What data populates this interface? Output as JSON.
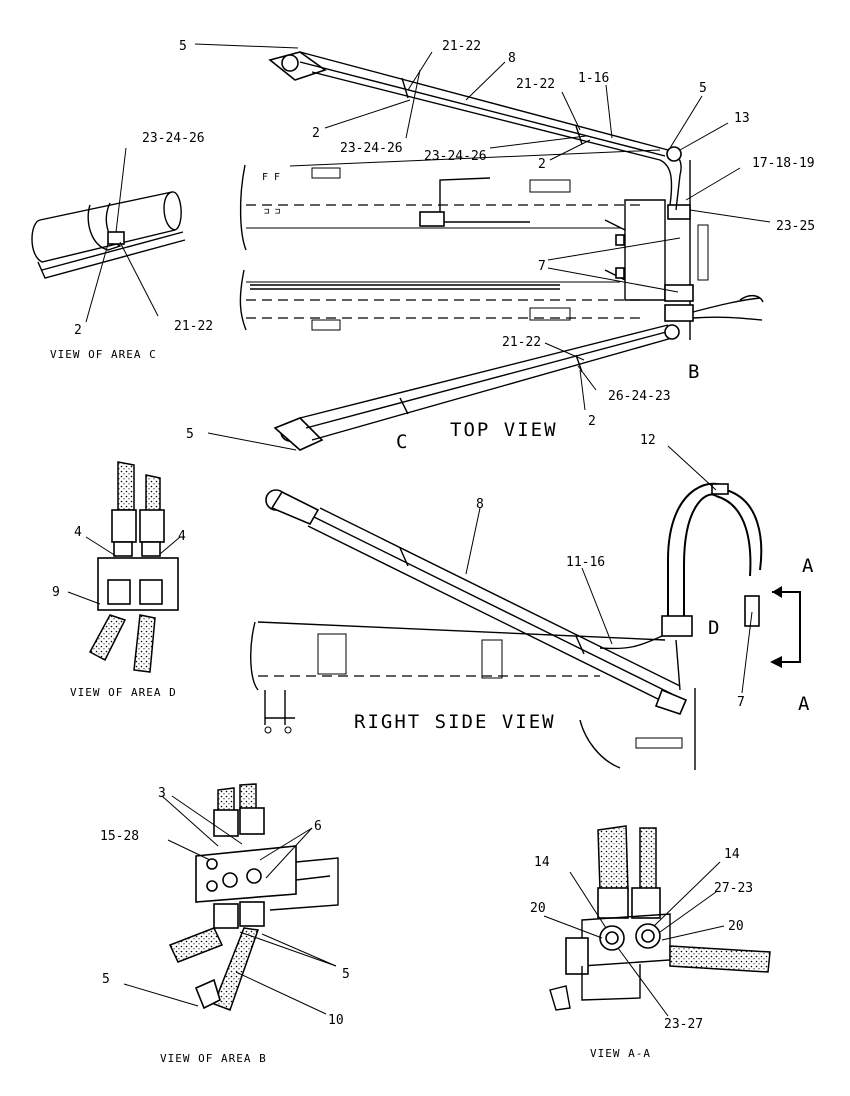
{
  "titles": {
    "top_view": "TOP VIEW",
    "right_side_view": "RIGHT SIDE VIEW",
    "view_area_c": "VIEW OF AREA C",
    "view_area_d": "VIEW OF AREA D",
    "view_area_b": "VIEW OF AREA B",
    "view_a_a": "VIEW A-A"
  },
  "area_letters": {
    "b": "B",
    "c": "C",
    "d": "D",
    "a_top": "A",
    "a_bottom": "A"
  },
  "callouts": {
    "top_view": {
      "c5_upper": "5",
      "c21_22_a": "21-22",
      "c8": "8",
      "c2_a": "2",
      "c23_24_26_a": "23-24-26",
      "c21_22_b": "21-22",
      "c1_16": "1-16",
      "c5_right": "5",
      "c13": "13",
      "c23_24_26_b": "23-24-26",
      "c2_b": "2",
      "c17_18_19": "17-18-19",
      "c23_25": "23-25",
      "c7": "7",
      "c21_22_c": "21-22",
      "c26_24_23": "26-24-23",
      "c2_c": "2",
      "c5_lower": "5"
    },
    "area_c": {
      "c23_24_26": "23-24-26",
      "c2": "2",
      "c21_22": "21-22"
    },
    "area_d": {
      "c4_left": "4",
      "c4_right": "4",
      "c9": "9"
    },
    "side_view": {
      "c8": "8",
      "c12": "12",
      "c11_16": "11-16",
      "c7": "7"
    },
    "area_b": {
      "c3": "3",
      "c6": "6",
      "c15_28": "15-28",
      "c5_right": "5",
      "c5_left": "5",
      "c10": "10"
    },
    "view_a_a": {
      "c14_left": "14",
      "c14_right": "14",
      "c27_23": "27-23",
      "c20_left": "20",
      "c20_right": "20",
      "c23_27": "23-27"
    }
  }
}
